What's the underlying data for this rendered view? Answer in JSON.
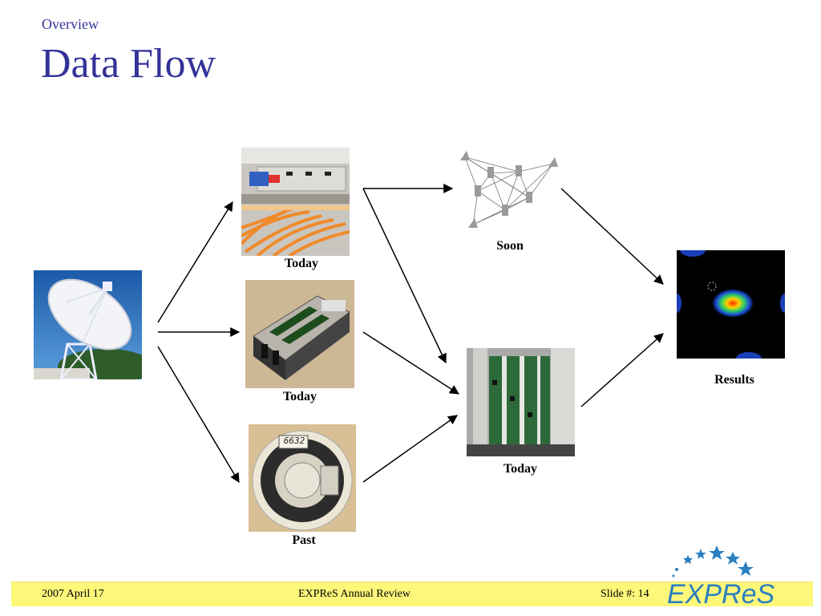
{
  "header": {
    "section": "Overview",
    "title": "Data Flow"
  },
  "diagram": {
    "nodes": {
      "fibre": {
        "caption": "Today"
      },
      "disk_pack": {
        "caption": "Today"
      },
      "tape": {
        "caption": "Past",
        "reel_label": "6632"
      },
      "grid": {
        "caption": "Soon"
      },
      "correlator": {
        "caption": "Today"
      },
      "results": {
        "caption": "Results"
      }
    }
  },
  "footer": {
    "date": "2007 April 17",
    "event": "EXPReS Annual Review",
    "slide": "Slide #: 14",
    "logo_text": "EXPReS"
  },
  "colors": {
    "title": "#333399",
    "footer_bg": "#fdf77a",
    "logo_blue": "#2a7fc0"
  }
}
